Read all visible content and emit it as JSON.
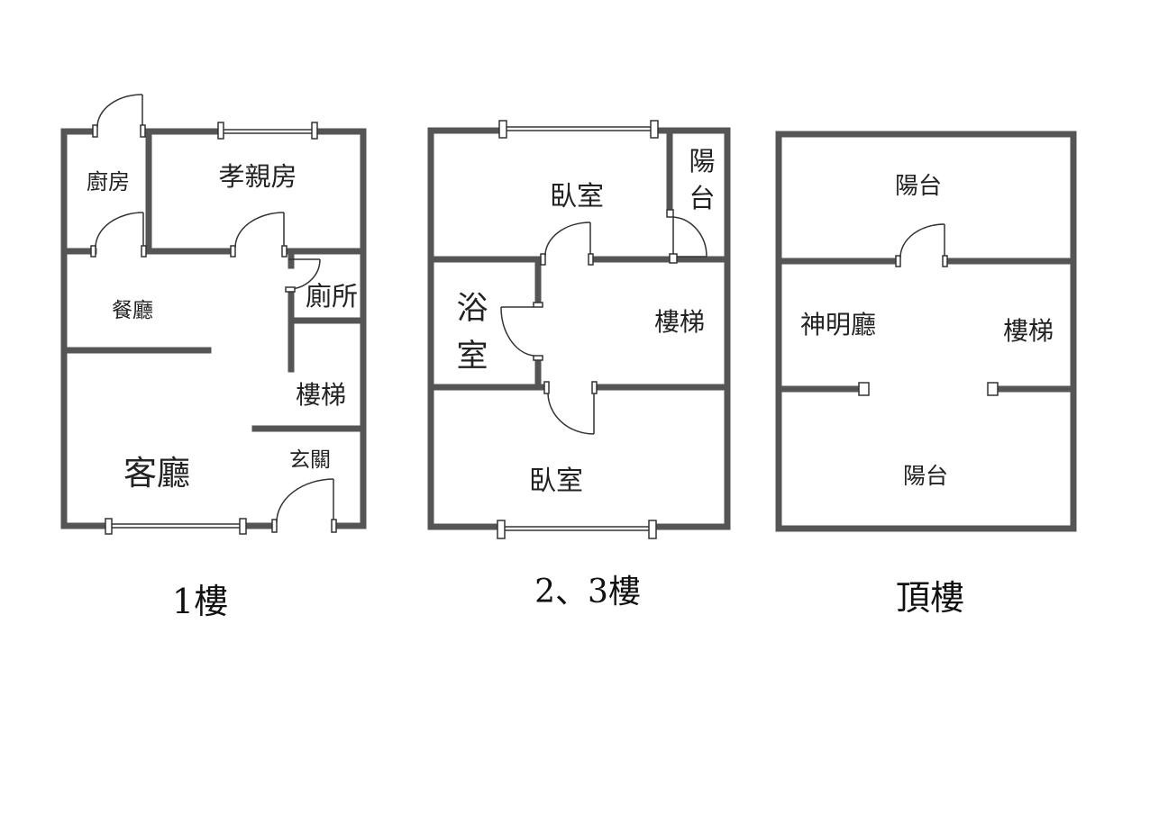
{
  "colors": {
    "wall": "#555555",
    "line": "#333333",
    "background": "#ffffff"
  },
  "floor1": {
    "caption": "1樓",
    "rooms": {
      "kitchen": "廚房",
      "parents_room": "孝親房",
      "dining": "餐廳",
      "toilet": "廁所",
      "stairs": "樓梯",
      "living": "客廳",
      "entrance": "玄關"
    }
  },
  "floor2": {
    "caption": "2、3樓",
    "rooms": {
      "bedroom_front": "臥室",
      "balcony_char1": "陽",
      "balcony_char2": "台",
      "bath_char1": "浴",
      "bath_char2": "室",
      "stairs": "樓梯",
      "bedroom_back": "臥室"
    }
  },
  "roof": {
    "caption": "頂樓",
    "rooms": {
      "balcony_front": "陽台",
      "shrine_hall": "神明廳",
      "stairs": "樓梯",
      "balcony_back": "陽台"
    }
  }
}
